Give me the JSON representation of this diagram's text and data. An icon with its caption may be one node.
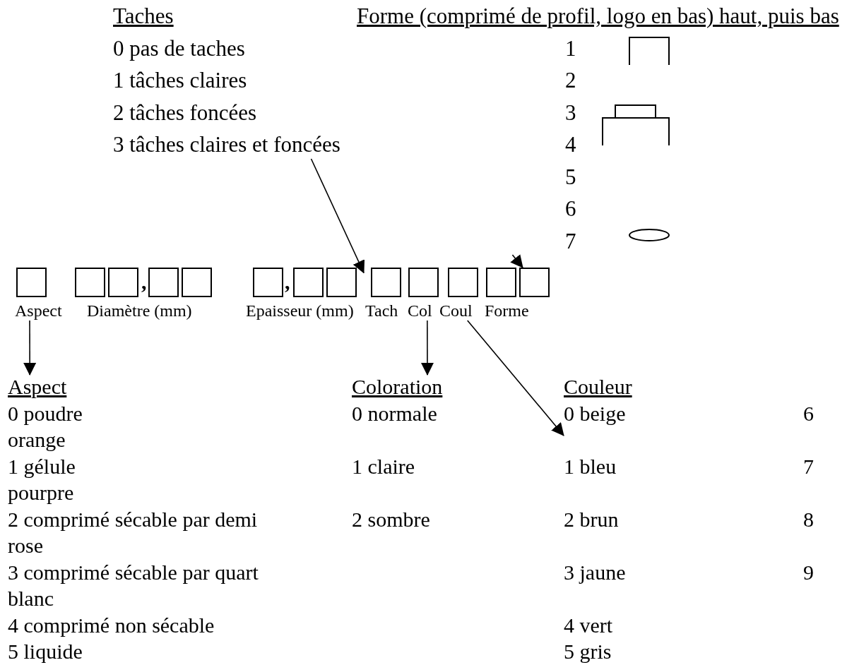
{
  "diagram": {
    "nodes": [
      {
        "text": [
          "Taches",
          "0 pas de taches",
          "1 tâches claires",
          "2 tâches foncées",
          "3 tâches claires et foncées"
        ]
      },
      {
        "text": [
          "Forme (comprimé de profil, logo en bas) haut, puis bas",
          "1",
          "2",
          "3",
          "4",
          "5",
          "6",
          "7"
        ]
      },
      {
        "text": [
          "Aspect"
        ]
      },
      {
        "text": [],
        "shape": "box",
        "in": 2
      },
      {
        "text": [
          "Diamètre (mm)"
        ]
      },
      {
        "text": [],
        "shape": "box",
        "in": 4
      },
      {
        "text": [],
        "shape": "box",
        "in": 4
      },
      {
        "text": [],
        "shape": "box",
        "in": 4
      },
      {
        "text": [],
        "shape": "box",
        "in": 4
      },
      {
        "text": [
          "Epaisseur (mm)"
        ]
      },
      {
        "text": [],
        "shape": "box",
        "in": 9
      },
      {
        "text": [],
        "shape": "box",
        "in": 9
      },
      {
        "text": [],
        "shape": "box",
        "in": 9
      },
      {
        "text": [
          "Tach"
        ]
      },
      {
        "text": [],
        "shape": "box",
        "in": 13
      },
      {
        "text": [
          "Col"
        ]
      },
      {
        "text": [],
        "shape": "box",
        "in": 15
      },
      {
        "text": [
          "Coul"
        ]
      },
      {
        "text": [],
        "shape": "box",
        "in": 17
      },
      {
        "text": [
          "Forme"
        ]
      },
      {
        "text": [],
        "shape": "box",
        "in": 19
      },
      {
        "text": [],
        "shape": "box",
        "in": 19
      },
      {
        "text": [
          "Aspect",
          "0 poudre",
          "1 gélule",
          "2 comprimé sécable par demi",
          "3 comprimé sécable par quart",
          "4 comprimé non sécable",
          "5 liquide"
        ]
      },
      {
        "text": [
          "Coloration",
          "0 normale",
          "1 claire",
          "2 sombre"
        ]
      },
      {
        "text": [
          "Couleur",
          "0 beige",
          "1 bleu",
          "2 brun",
          "3 jaune",
          "4 vert",
          "5 gris"
        ]
      }
    ],
    "edges": [
      {
        "from": 0,
        "to": 13,
        "arrow": "to"
      },
      {
        "from": 1,
        "to": 19,
        "arrow": "to"
      },
      {
        "from": 2,
        "to": 22,
        "arrow": "to"
      },
      {
        "from": 15,
        "to": 23,
        "arrow": "to"
      },
      {
        "from": 17,
        "to": 24,
        "arrow": "to"
      }
    ],
    "labels": [
      ",",
      ",",
      "6",
      "orange",
      "7",
      "pourpre",
      "8",
      "rose",
      "9",
      "blanc"
    ]
  }
}
